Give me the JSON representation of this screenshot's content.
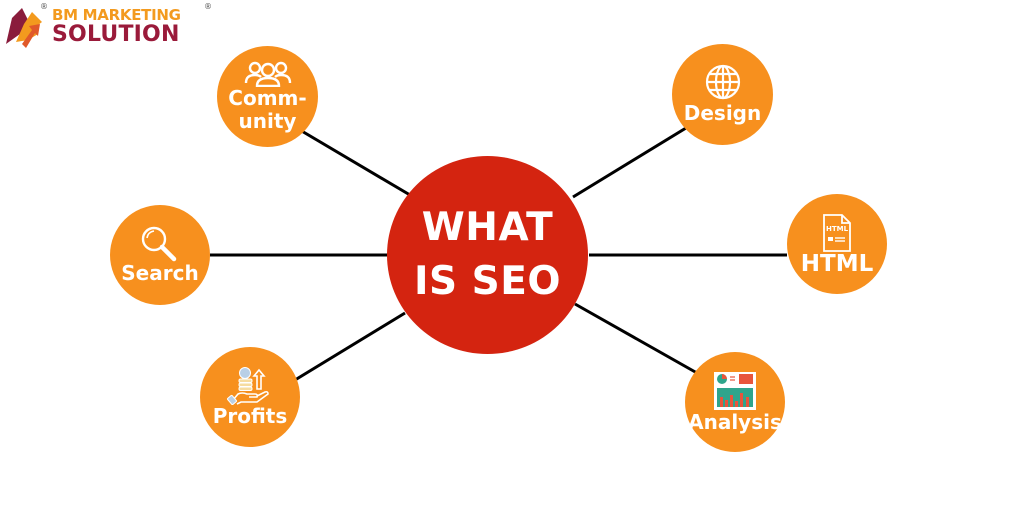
{
  "logo": {
    "line1": "BM MARKETING",
    "line2": "SOLUTION",
    "registered_mark": "®",
    "colors": {
      "orange": "#f39a1e",
      "maroon": "#9a1a3a"
    }
  },
  "center": {
    "line1": "WHAT",
    "line2": "IS SEO",
    "color": "#d42410"
  },
  "nodes": [
    {
      "id": "community",
      "line1": "Comm-",
      "line2": "unity",
      "icon": "people-icon"
    },
    {
      "id": "search",
      "label": "Search",
      "icon": "magnifier-icon"
    },
    {
      "id": "profits",
      "label": "Profits",
      "icon": "coins-hand-icon"
    },
    {
      "id": "design",
      "label": "Design",
      "icon": "globe-icon"
    },
    {
      "id": "html",
      "label": "HTML",
      "icon": "html-document-icon",
      "icon_text": "HTML"
    },
    {
      "id": "analysis",
      "label": "Analysis",
      "icon": "analytics-dashboard-icon"
    }
  ],
  "colors": {
    "node": "#f7901e",
    "connector": "#000000",
    "background": "#ffffff"
  }
}
